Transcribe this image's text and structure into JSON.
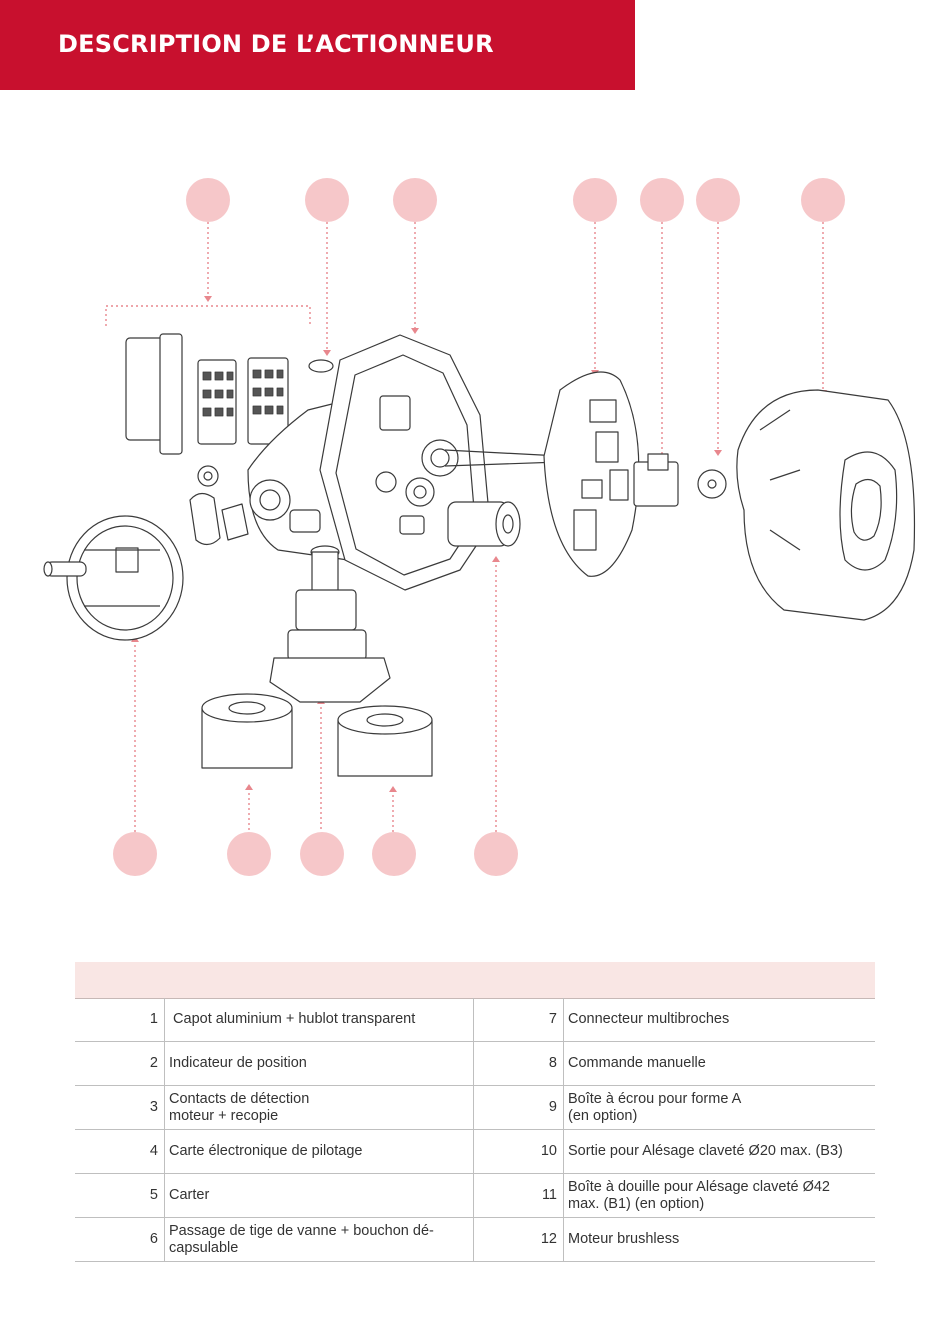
{
  "header": {
    "title": "DESCRIPTION DE L’ACTIONNEUR",
    "color": "#c8102e"
  },
  "diagram": {
    "callout_color": "#f6c7c9"
  },
  "legend": {
    "rows": [
      {
        "n1": "1",
        "d1": " Capot aluminium + hublot transparent",
        "n2": "7",
        "d2": "Connecteur multibroches"
      },
      {
        "n1": "2",
        "d1": "Indicateur de position",
        "n2": "8",
        "d2": "Commande manuelle"
      },
      {
        "n1": "3",
        "d1": "Contacts de détection\nmoteur + recopie",
        "n2": "9",
        "d2": "Boîte à écrou pour forme A\n(en option)"
      },
      {
        "n1": "4",
        "d1": "Carte électronique de pilotage",
        "n2": "10",
        "d2": "Sortie pour Alésage claveté Ø20 max. (B3)"
      },
      {
        "n1": "5",
        "d1": "Carter",
        "n2": "11",
        "d2": "Boîte à douille pour Alésage claveté Ø42\nmax. (B1) (en option)"
      },
      {
        "n1": "6",
        "d1": "Passage de tige de vanne + bouchon dé-\ncapsulable",
        "n2": "12",
        "d2": "Moteur brushless"
      }
    ]
  }
}
